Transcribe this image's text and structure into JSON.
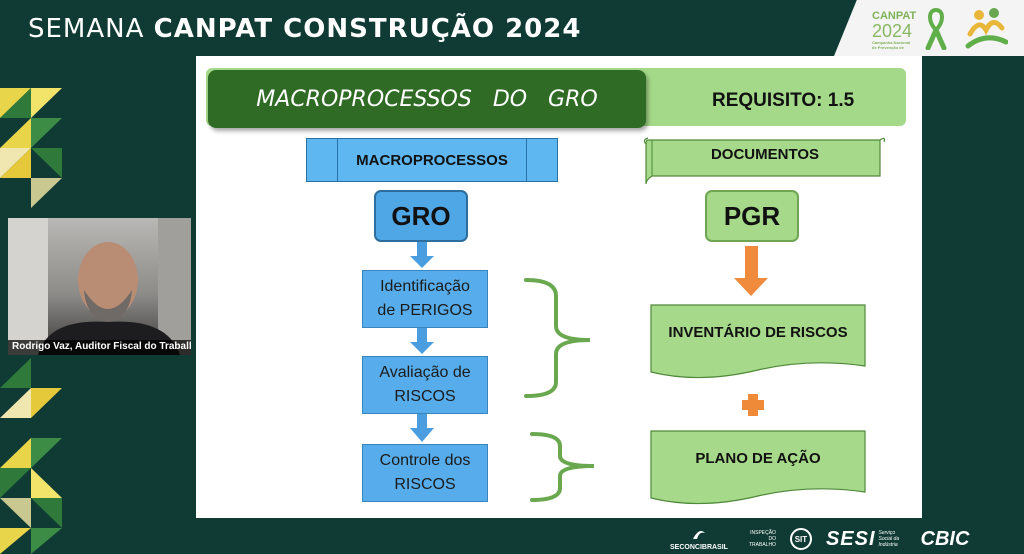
{
  "header": {
    "title_light": "SEMANA ",
    "title_bold": "CANPAT CONSTRUÇÃO 2024"
  },
  "event_logo": {
    "name": "CANPAT",
    "year": "2024",
    "subtitle": "Campanha Nacional de Prevenção de"
  },
  "participant": {
    "caption": "Rodrigo Vaz, Auditor Fiscal do Trabalh..."
  },
  "slide": {
    "title": "MACROPROCESSOS   DO   GRO",
    "requirement": "REQUISITO: 1.5",
    "macro_header": "MACROPROCESSOS",
    "docs_header": "DOCUMENTOS",
    "gro_label": "GRO",
    "pgr_label": "PGR",
    "steps": [
      {
        "line1": "Identificação",
        "line2": "de PERIGOS"
      },
      {
        "line1": "Avaliação de",
        "line2": "RISCOS"
      },
      {
        "line1": "Controle dos",
        "line2": "RISCOS"
      }
    ],
    "documents": [
      {
        "label": "INVENTÁRIO DE RISCOS"
      },
      {
        "label": "PLANO DE AÇÃO"
      }
    ],
    "colors": {
      "title_bg": "#2f6b24",
      "requirement_bg": "#a5d98a",
      "process_blue": "#57adec",
      "document_green": "#a6d98a",
      "arrow_orange": "#f08a3c",
      "brace_green": "#6aa84f",
      "plus_orange": "#ef8a38"
    }
  },
  "footer": {
    "seconci": "SECONCIBRASIL",
    "inspecao": "INSPEÇÃO DO TRABALHO",
    "sit": "SIT",
    "sesi": "SESI",
    "sesi_sub": "Serviço Social da Indústria",
    "cbic": "CBIC"
  },
  "background_color": "#0f3b34"
}
